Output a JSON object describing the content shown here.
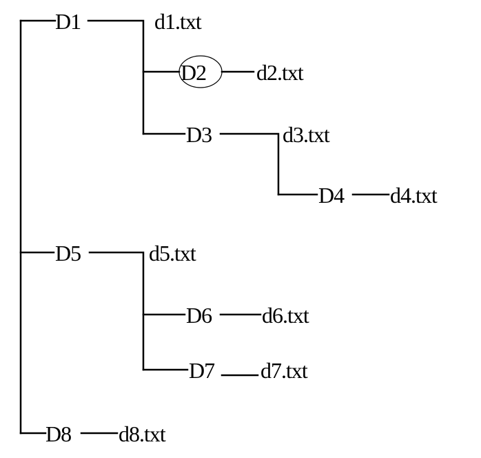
{
  "tree": {
    "ink_color": "#000000",
    "background": "#ffffff",
    "nodes": [
      {
        "id": "D1",
        "label": "D1"
      },
      {
        "id": "d1txt",
        "label": "d1.txt"
      },
      {
        "id": "D2",
        "label": "D2",
        "highlighted": true
      },
      {
        "id": "d2txt",
        "label": "d2.txt"
      },
      {
        "id": "D3",
        "label": "D3"
      },
      {
        "id": "d3txt",
        "label": "d3.txt"
      },
      {
        "id": "D4",
        "label": "D4"
      },
      {
        "id": "d4txt",
        "label": "d4.txt"
      },
      {
        "id": "D5",
        "label": "D5"
      },
      {
        "id": "d5txt",
        "label": "d5.txt"
      },
      {
        "id": "D6",
        "label": "D6"
      },
      {
        "id": "d6txt",
        "label": "d6.txt"
      },
      {
        "id": "D7",
        "label": "D7"
      },
      {
        "id": "d7txt",
        "label": "d7.txt"
      },
      {
        "id": "D8",
        "label": "D8"
      },
      {
        "id": "d8txt",
        "label": "d8.txt"
      }
    ],
    "edges": [
      [
        "root",
        "D1"
      ],
      [
        "root",
        "D5"
      ],
      [
        "root",
        "D8"
      ],
      [
        "D1",
        "d1txt"
      ],
      [
        "D1",
        "D2"
      ],
      [
        "D1",
        "D3"
      ],
      [
        "D2",
        "d2txt"
      ],
      [
        "D3",
        "d3txt"
      ],
      [
        "D3",
        "D4"
      ],
      [
        "D4",
        "d4txt"
      ],
      [
        "D5",
        "d5txt"
      ],
      [
        "D5",
        "D6"
      ],
      [
        "D5",
        "D7"
      ],
      [
        "D6",
        "d6txt"
      ],
      [
        "D7",
        "d7txt"
      ],
      [
        "D8",
        "d8txt"
      ]
    ]
  }
}
